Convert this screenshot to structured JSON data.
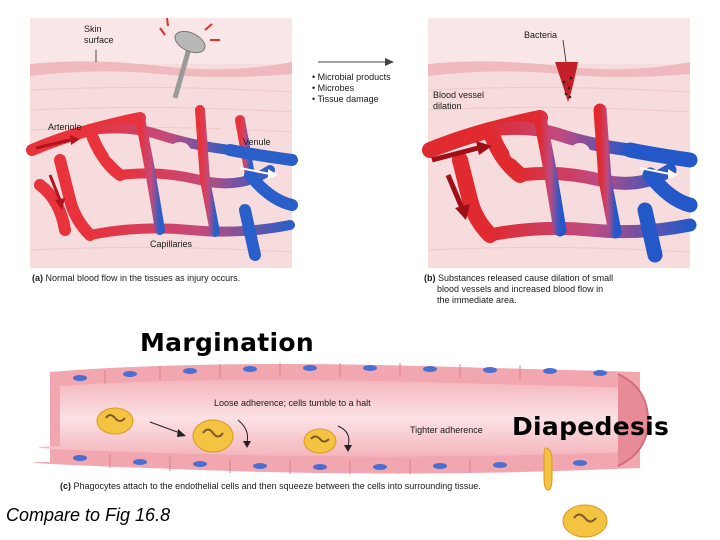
{
  "panel_a": {
    "skin_label_1": "Skin",
    "skin_label_2": "surface",
    "arteriole_label": "Arteriole",
    "venule_label": "Venule",
    "capillaries_label": "Capillaries",
    "caption_bold": "(a)",
    "caption_text": "Normal blood flow in the tissues as injury occurs."
  },
  "middle_list": {
    "items": [
      "• Microbial products",
      "• Microbes",
      "• Tissue damage"
    ]
  },
  "panel_b": {
    "bacteria_label": "Bacteria",
    "dilation_label_1": "Blood vessel",
    "dilation_label_2": "dilation",
    "caption_bold": "(b)",
    "caption_line1": "Substances released cause dilation of small",
    "caption_line2": "blood vessels and increased blood flow in",
    "caption_line3": "the immediate area."
  },
  "panel_c": {
    "loose_label": "Loose adherence; cells tumble to a halt",
    "tighter_label": "Tighter adherence",
    "caption_bold": "(c)",
    "caption_text": "Phagocytes attach to the endothelial cells and then squeeze between the cells into surrounding tissue."
  },
  "titles": {
    "margination": "Margination",
    "diapedesis": "Diapedesis"
  },
  "footnote": "Compare to Fig 16.8",
  "colors": {
    "artery": "#e8323c",
    "vein": "#2a5ec8",
    "skin": "#f3c6c6",
    "tissue": "#f6dede",
    "vessel_wall": "#ee9aa5"
  }
}
